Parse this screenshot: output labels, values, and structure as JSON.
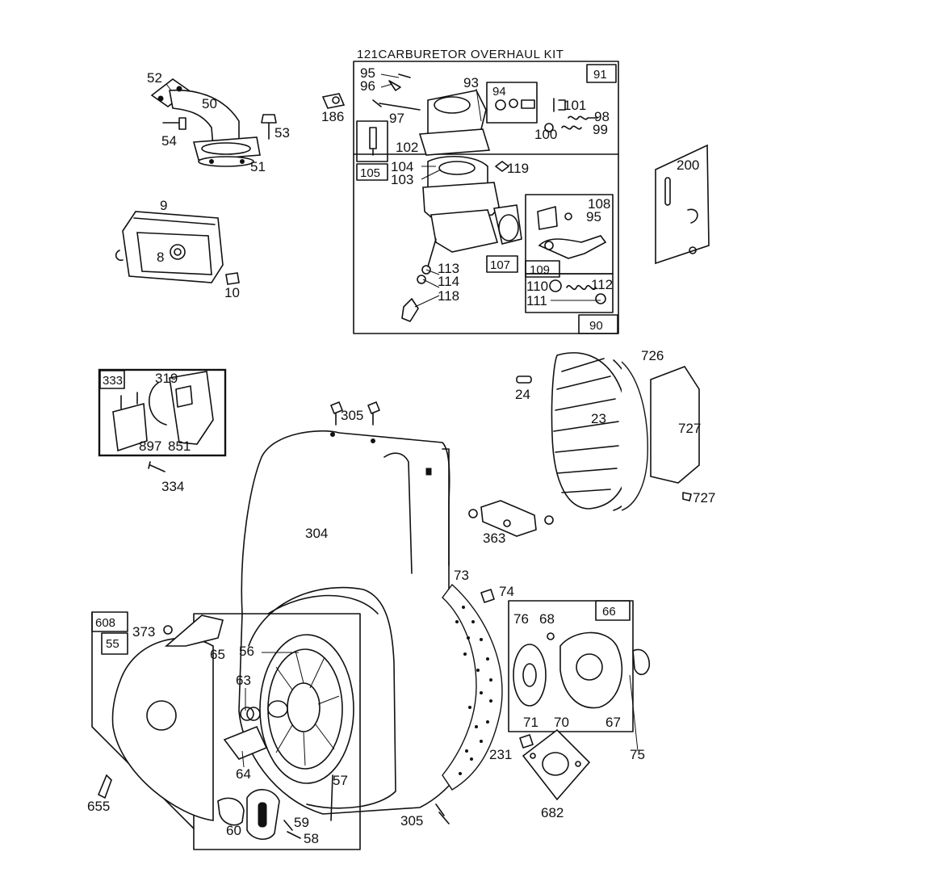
{
  "kit_title": "121CARBURETOR OVERHAUL KIT",
  "parts": [
    {
      "id": "p52",
      "text": "52"
    },
    {
      "id": "p50",
      "text": "50"
    },
    {
      "id": "p54",
      "text": "54"
    },
    {
      "id": "p53",
      "text": "53"
    },
    {
      "id": "p51",
      "text": "51"
    },
    {
      "id": "p186",
      "text": "186"
    },
    {
      "id": "p9",
      "text": "9"
    },
    {
      "id": "p8",
      "text": "8"
    },
    {
      "id": "p10",
      "text": "10"
    },
    {
      "id": "p95a",
      "text": "95"
    },
    {
      "id": "p96",
      "text": "96"
    },
    {
      "id": "p93",
      "text": "93"
    },
    {
      "id": "p97",
      "text": "97"
    },
    {
      "id": "p102",
      "text": "102"
    },
    {
      "id": "p104",
      "text": "104"
    },
    {
      "id": "p103",
      "text": "103"
    },
    {
      "id": "p119",
      "text": "119"
    },
    {
      "id": "p101",
      "text": "101"
    },
    {
      "id": "p98",
      "text": "98"
    },
    {
      "id": "p99",
      "text": "99"
    },
    {
      "id": "p100",
      "text": "100"
    },
    {
      "id": "p108",
      "text": "108"
    },
    {
      "id": "p95b",
      "text": "95"
    },
    {
      "id": "p113",
      "text": "113"
    },
    {
      "id": "p114",
      "text": "114"
    },
    {
      "id": "p118",
      "text": "118"
    },
    {
      "id": "p110",
      "text": "110"
    },
    {
      "id": "p112",
      "text": "112"
    },
    {
      "id": "p111",
      "text": "111"
    },
    {
      "id": "p200",
      "text": "200"
    },
    {
      "id": "p319",
      "text": "319"
    },
    {
      "id": "p897",
      "text": "897"
    },
    {
      "id": "p851",
      "text": "851"
    },
    {
      "id": "p334",
      "text": "334"
    },
    {
      "id": "p305a",
      "text": "305"
    },
    {
      "id": "p304",
      "text": "304"
    },
    {
      "id": "p726",
      "text": "726"
    },
    {
      "id": "p24",
      "text": "24"
    },
    {
      "id": "p23",
      "text": "23"
    },
    {
      "id": "p727a",
      "text": "727"
    },
    {
      "id": "p727b",
      "text": "727"
    },
    {
      "id": "p363",
      "text": "363"
    },
    {
      "id": "p73",
      "text": "73"
    },
    {
      "id": "p74",
      "text": "74"
    },
    {
      "id": "p373",
      "text": "373"
    },
    {
      "id": "p65",
      "text": "65"
    },
    {
      "id": "p56",
      "text": "56"
    },
    {
      "id": "p63",
      "text": "63"
    },
    {
      "id": "p64",
      "text": "64"
    },
    {
      "id": "p57",
      "text": "57"
    },
    {
      "id": "p655",
      "text": "655"
    },
    {
      "id": "p60",
      "text": "60"
    },
    {
      "id": "p59",
      "text": "59"
    },
    {
      "id": "p58",
      "text": "58"
    },
    {
      "id": "p305b",
      "text": "305"
    },
    {
      "id": "p76",
      "text": "76"
    },
    {
      "id": "p68",
      "text": "68"
    },
    {
      "id": "p71",
      "text": "71"
    },
    {
      "id": "p70",
      "text": "70"
    },
    {
      "id": "p67",
      "text": "67"
    },
    {
      "id": "p75",
      "text": "75"
    },
    {
      "id": "p231",
      "text": "231"
    },
    {
      "id": "p682",
      "text": "682"
    }
  ],
  "boxed_parts": [
    {
      "id": "b91",
      "text": "91"
    },
    {
      "id": "b94",
      "text": "94"
    },
    {
      "id": "b105",
      "text": "105"
    },
    {
      "id": "b107",
      "text": "107"
    },
    {
      "id": "b109",
      "text": "109"
    },
    {
      "id": "b90",
      "text": "90"
    },
    {
      "id": "b333",
      "text": "333"
    },
    {
      "id": "b608",
      "text": "608"
    },
    {
      "id": "b55",
      "text": "55"
    },
    {
      "id": "b66",
      "text": "66"
    }
  ]
}
